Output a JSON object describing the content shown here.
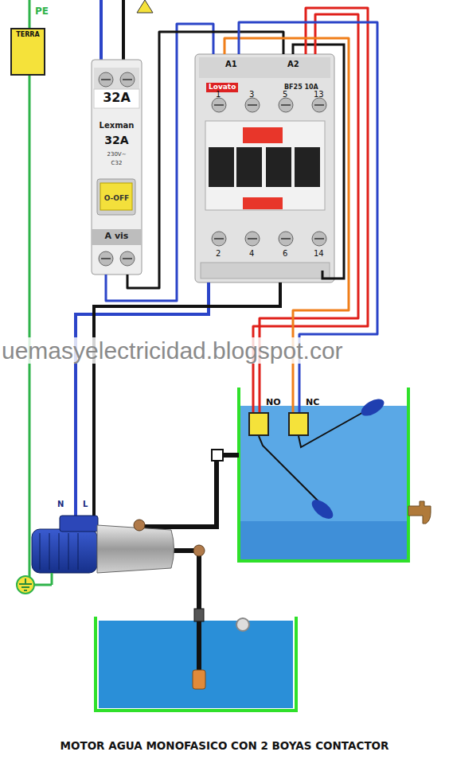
{
  "diagram": {
    "title": "MOTOR AGUA MONOFASICO CON 2 BOYAS CONTACTOR",
    "nodes": [
      {
        "text": [
          "TERRA"
        ]
      },
      {
        "text": [
          "32A",
          "Lexman",
          "32A",
          "230V~",
          "C32",
          "O-OFF",
          "A vis"
        ]
      },
      {
        "text": [
          "A1",
          "A2",
          "Lovato",
          "BF25 10A",
          "1",
          "3",
          "5",
          "13",
          "2",
          "4",
          "6",
          "14"
        ]
      },
      {
        "text": [
          "NO"
        ]
      },
      {
        "text": [
          "NC"
        ]
      }
    ],
    "edges": [
      {
        "from": 1,
        "to": 2,
        "arrow": "none"
      },
      {
        "from": 1,
        "to": 2,
        "arrow": "none"
      },
      {
        "from": 2,
        "to": 3,
        "arrow": "none"
      },
      {
        "from": 2,
        "to": 3,
        "arrow": "none"
      },
      {
        "from": 2,
        "to": 4,
        "arrow": "none"
      },
      {
        "from": 2,
        "to": 4,
        "arrow": "none"
      }
    ],
    "labels": [
      "PE",
      "N",
      "L",
      "uemasyelectricidad.blogspot.cor"
    ]
  }
}
